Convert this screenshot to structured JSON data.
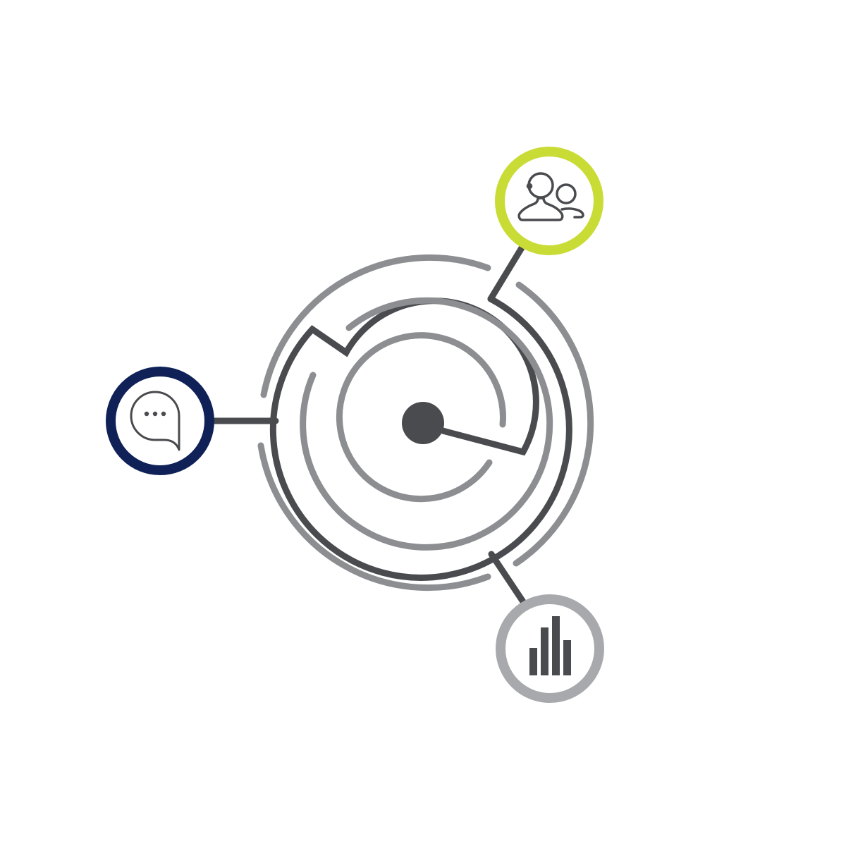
{
  "colors": {
    "background": "#ffffff",
    "maze_dark": "#4a4b4f",
    "maze_light": "#8d8e92",
    "people_ring": "#c9dc36",
    "chat_ring": "#0f2157",
    "chart_ring": "#a7a9ad",
    "icon_stroke": "#4a4b4f"
  },
  "nodes": [
    {
      "name": "people-node",
      "icon": "people-icon",
      "ring_color": "#c9dc36"
    },
    {
      "name": "chat-node",
      "icon": "chat-bubble-icon",
      "ring_color": "#0f2157"
    },
    {
      "name": "chart-node",
      "icon": "bar-chart-icon",
      "ring_color": "#a7a9ad"
    }
  ],
  "center": {
    "name": "maze-center",
    "icon": "target-dot"
  }
}
